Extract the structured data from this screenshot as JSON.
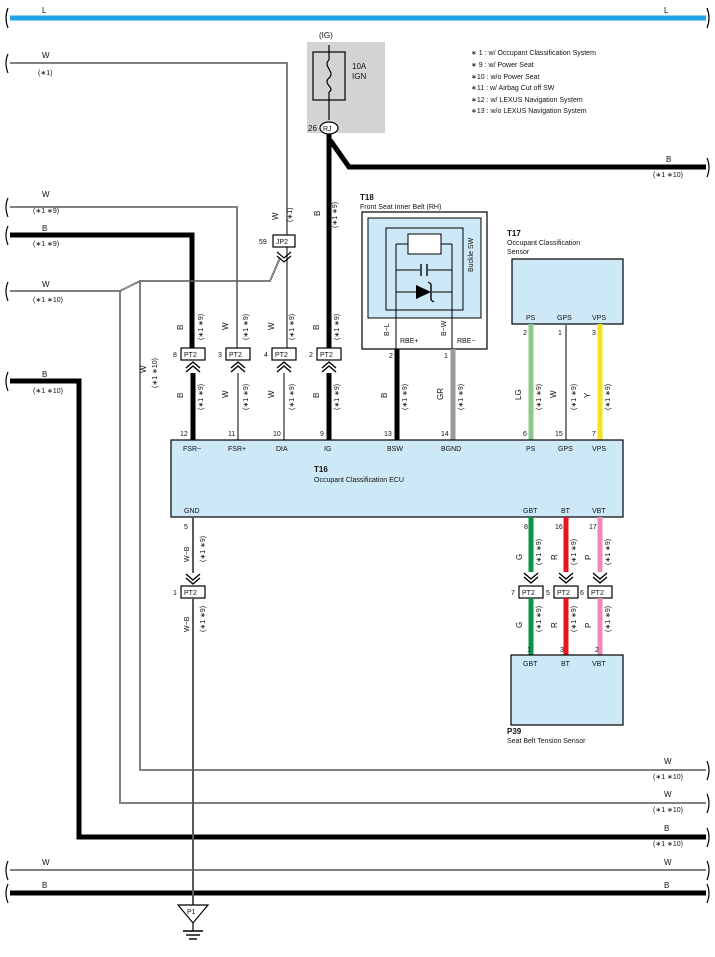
{
  "power_line": {
    "label_left": "L",
    "label_right": "L",
    "color": "#1ea3e6"
  },
  "fuse": {
    "top_label": "(IG)",
    "rating": "10A",
    "name": "IGN",
    "junction_pin": "26",
    "junction_name": "RJ"
  },
  "notes": [
    "∗ 1 : w/ Occupant Classification System",
    "∗ 9 : w/ Power Seat",
    "∗10 : w/o Power Seat",
    "∗11 : w/ Airbag Cut off SW",
    "∗12 : w/ LEXUS Navigation System",
    "∗13 : w/o LEXUS Navigation System"
  ],
  "wires": {
    "w1_color": "W",
    "w1_note": "(∗1)",
    "b_ig_color": "B",
    "b_ig_note": "(∗1 ∗10)",
    "w2_color": "W",
    "w2_note": "(∗1 ∗9)",
    "b2_color": "B",
    "b2_note": "(∗1 ∗9)",
    "w3_color": "W",
    "w3_note": "(∗1 ∗10)",
    "b3_color": "B",
    "b3_note": "(∗1 ∗10)",
    "wv_color": "W",
    "wv_note": "(∗1 ∗10)",
    "wj_color": "W",
    "wj_note": "(∗1)",
    "r1_color": "W",
    "r1_note": "(∗1 ∗10)",
    "r2_color": "W",
    "r2_note": "(∗1 ∗10)",
    "r3_color": "B",
    "r3_note": "(∗1 ∗10)",
    "bw_w_l": "W",
    "bw_w_r": "W",
    "bw_b_l": "B",
    "bw_b_r": "B",
    "wire_note_19": "(∗1 ∗9)"
  },
  "jp2": {
    "pin": "59",
    "name": "JP2"
  },
  "t18": {
    "id": "T18",
    "name": "Front Seat Inner Belt (RH)",
    "switch_label": "Buckle SW",
    "pin_left": "2",
    "pin_right": "1",
    "term_left": "RBE+",
    "term_right": "RBE−",
    "wire_left": "B−L",
    "wire_right": "B−W"
  },
  "t17": {
    "id": "T17",
    "name_line1": "Occupant Classification",
    "name_line2": "Sensor",
    "terms": [
      "PS",
      "GPS",
      "VPS"
    ],
    "pins": [
      "2",
      "1",
      "3"
    ]
  },
  "pt2_upper": [
    {
      "pin": "8",
      "name": "PT2",
      "wire": "B"
    },
    {
      "pin": "3",
      "name": "PT2",
      "wire": "W"
    },
    {
      "pin": "4",
      "name": "PT2",
      "wire": "W"
    },
    {
      "pin": "2",
      "name": "PT2",
      "wire": "B"
    }
  ],
  "ecu": {
    "id": "T16",
    "name": "Occupant Classification ECU",
    "top_terms": [
      {
        "pin": "12",
        "term": "FSR−",
        "wire": "B"
      },
      {
        "pin": "11",
        "term": "FSR+",
        "wire": "W"
      },
      {
        "pin": "10",
        "term": "DIA",
        "wire": "W"
      },
      {
        "pin": "9",
        "term": "IG",
        "wire": "B"
      },
      {
        "pin": "13",
        "term": "BSW",
        "wire": "B"
      },
      {
        "pin": "14",
        "term": "BGND",
        "wire": "GR"
      },
      {
        "pin": "6",
        "term": "PS",
        "wire": "LG"
      },
      {
        "pin": "15",
        "term": "GPS",
        "wire": "W"
      },
      {
        "pin": "7",
        "term": "VPS",
        "wire": "Y"
      }
    ],
    "bottom_terms": [
      {
        "pin": "5",
        "term": "GND",
        "wire": "W−B"
      },
      {
        "pin": "8",
        "term": "GBT",
        "wire": "G"
      },
      {
        "pin": "16",
        "term": "BT",
        "wire": "R"
      },
      {
        "pin": "17",
        "term": "VBT",
        "wire": "P"
      }
    ]
  },
  "pt2_gnd": {
    "pin": "1",
    "name": "PT2",
    "wire": "W−B"
  },
  "pt2_lower": [
    {
      "pin": "7",
      "name": "PT2"
    },
    {
      "pin": "5",
      "name": "PT2"
    },
    {
      "pin": "6",
      "name": "PT2"
    }
  ],
  "p39": {
    "id": "P39",
    "name": "Seat Belt Tension Sensor",
    "terms": [
      "GBT",
      "BT",
      "VBT"
    ],
    "pins": [
      "1",
      "3",
      "2"
    ]
  },
  "ground": {
    "name": "P1"
  },
  "colors": {
    "box_fill": "#cde8f6",
    "fuse_box": "#d3d3d3",
    "green": "#0a9448",
    "red": "#e8141f",
    "pink": "#ef8ab8",
    "yellow": "#f7e01c",
    "lightgreen": "#8cc98c",
    "gray": "#9a9a9a"
  }
}
